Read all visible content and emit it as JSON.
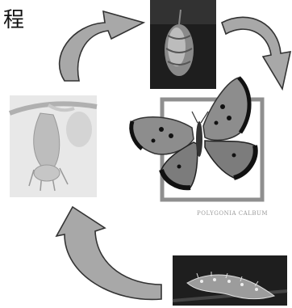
{
  "header": {
    "partial_text": "程"
  },
  "stages": [
    {
      "id": "chrysalis",
      "icon": "chrysalis-photo"
    },
    {
      "id": "butterfly",
      "icon": "butterfly-illustration",
      "caption": "POLYGONIA CALBUM"
    },
    {
      "id": "caterpillar",
      "icon": "caterpillar-photo"
    },
    {
      "id": "pupa-forming",
      "icon": "hanging-larva-photo"
    }
  ],
  "arrows": [
    "arrow-chrysalis-to-butterfly",
    "arrow-caterpillar-to-larva",
    "arrow-larva-to-chrysalis"
  ],
  "colors": {
    "arrow_fill": "#a8a8a8",
    "arrow_stroke": "#333333",
    "frame": "#8f8f8f",
    "photo_dark": "#1e1e1e"
  }
}
